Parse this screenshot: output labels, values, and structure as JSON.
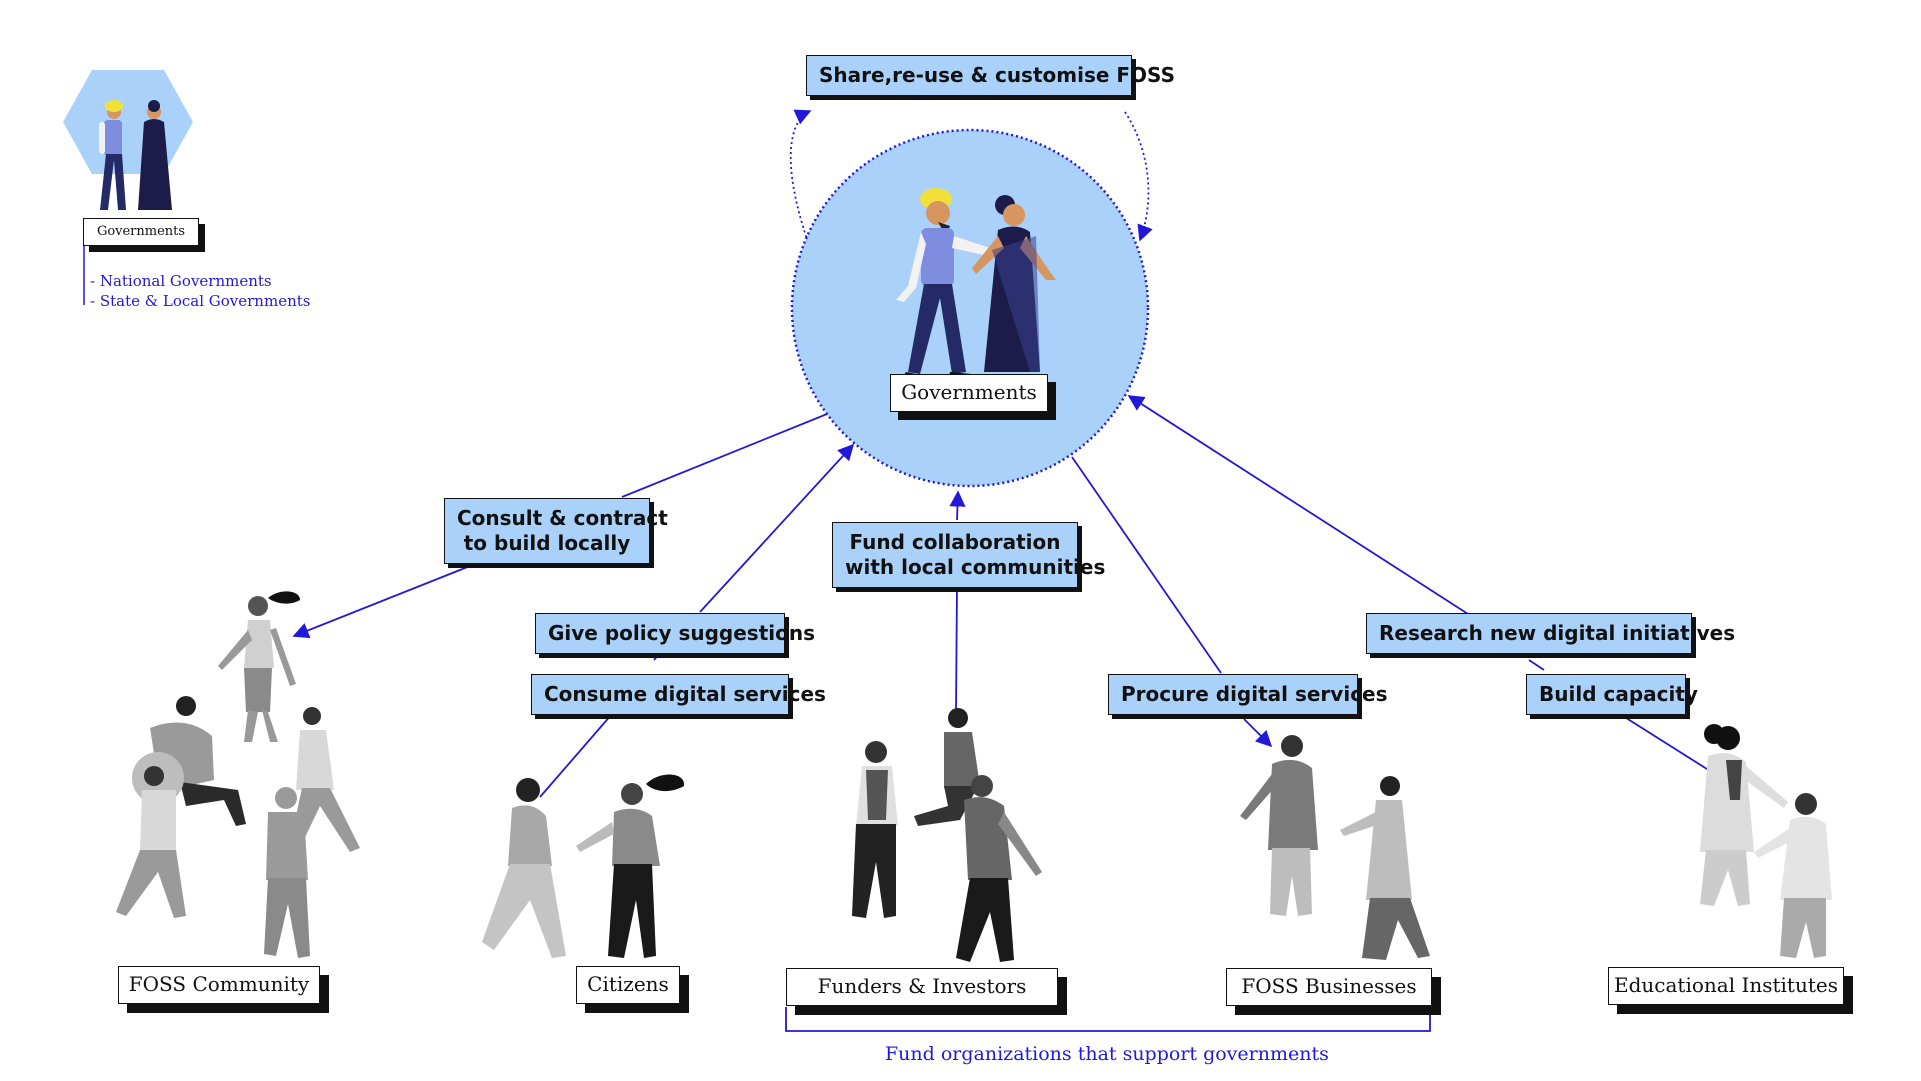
{
  "center": {
    "name": "Governments"
  },
  "legend": {
    "title": "Governments",
    "items": [
      "- National Governments",
      "- State & Local Governments"
    ]
  },
  "actions": {
    "share": "Share,re-use & customise FOSS",
    "consult_l1": "Consult & contract",
    "consult_l2": "to build locally",
    "fund_l1": "Fund collaboration",
    "fund_l2": "with local communities",
    "policy": "Give policy suggestions",
    "consume": "Consume digital services",
    "procure": "Procure digital services",
    "research": "Research new digital initiatives",
    "capacity": "Build capacity"
  },
  "actors": {
    "foss_community": "FOSS Community",
    "citizens": "Citizens",
    "funders": "Funders & Investors",
    "foss_businesses": "FOSS Businesses",
    "educational": "Educational Institutes"
  },
  "footer": {
    "fund_orgs": "Fund organizations that support governments"
  },
  "colors": {
    "accent": "#2218d8",
    "label_fill": "#a9d1fa",
    "circle_fill": "#a9d1fa",
    "ink": "#111111"
  }
}
